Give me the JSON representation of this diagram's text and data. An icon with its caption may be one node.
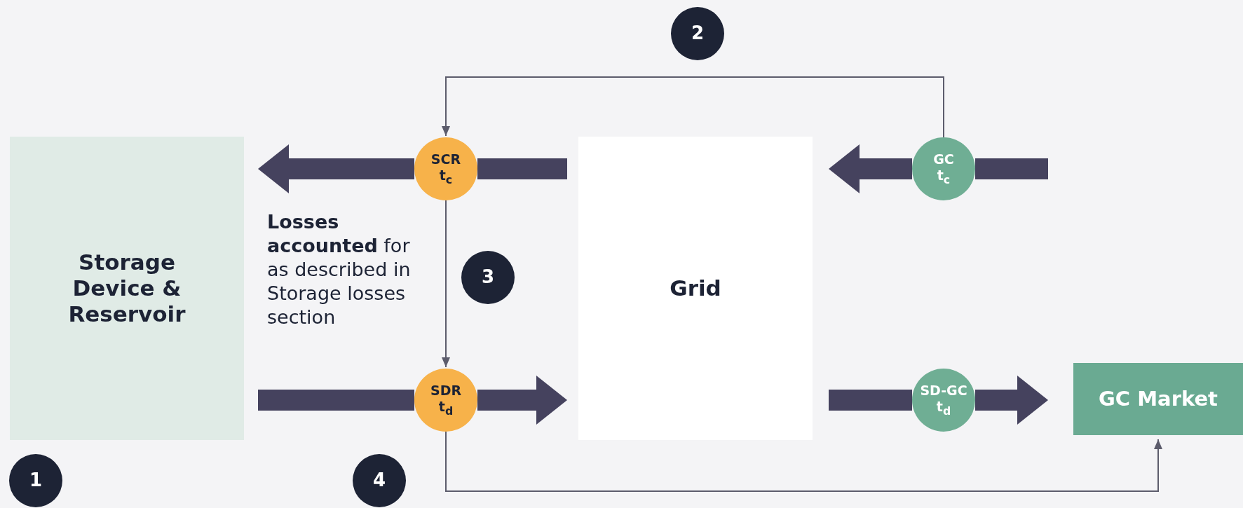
{
  "diagram": {
    "nodes": [
      {
        "text": [
          "2"
        ]
      },
      {
        "text": [
          "Storage Device & Reservoir"
        ]
      },
      {
        "text": [
          "SCR",
          "t$_{c}$"
        ]
      },
      {
        "text": [
          "Grid"
        ]
      },
      {
        "text": [
          "GC",
          "t$_{c}$"
        ]
      },
      {
        "text": [
          "3"
        ]
      },
      {
        "text": [
          "SDR",
          "t$_{d}$"
        ]
      },
      {
        "text": [
          "SD-GC",
          "t$_{d}$"
        ]
      },
      {
        "text": [
          "GC Market"
        ]
      },
      {
        "text": [
          "1"
        ]
      },
      {
        "text": [
          "4"
        ]
      }
    ],
    "edges": [
      {
        "from": 3,
        "to": 2,
        "arrow": "none"
      },
      {
        "from": 2,
        "to": 1,
        "arrow": "to"
      },
      {
        "from": null,
        "to": 4,
        "arrow": "none"
      },
      {
        "from": 4,
        "to": 3,
        "arrow": "to"
      },
      {
        "from": 1,
        "to": 6,
        "arrow": "none"
      },
      {
        "from": 6,
        "to": 3,
        "arrow": "to"
      },
      {
        "from": 3,
        "to": 7,
        "arrow": "none"
      },
      {
        "from": 7,
        "to": 8,
        "arrow": "to"
      },
      {
        "from": 4,
        "to": 2,
        "arrow": "to",
        "color": "#5c5c6c"
      },
      {
        "from": 2,
        "to": 6,
        "arrow": "to",
        "color": "#5c5c6c"
      },
      {
        "from": 6,
        "to": 8,
        "arrow": "to",
        "color": "#5c5c6c"
      }
    ],
    "labels": [
      "**Losses accounted** for as described in Storage losses section"
    ]
  }
}
